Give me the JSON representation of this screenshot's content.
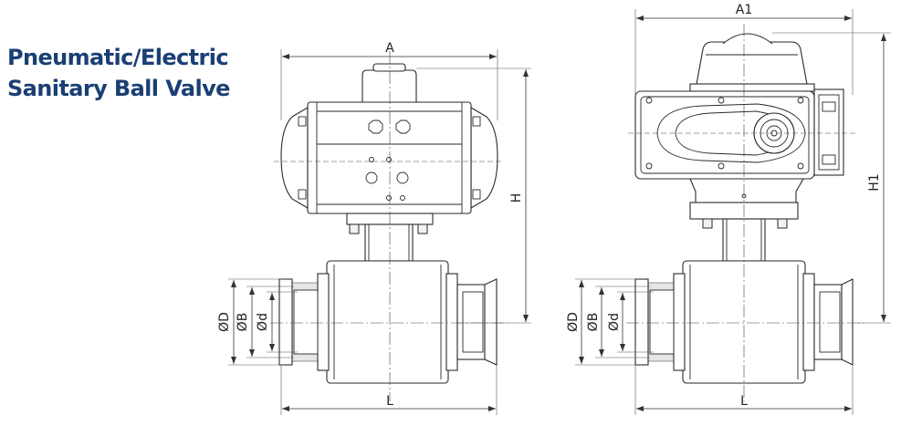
{
  "title": {
    "line1": "Pneumatic/Electric",
    "line2": "Sanitary Ball Valve"
  },
  "pneumatic_view": {
    "width_label": "A",
    "height_label": "H",
    "length_label": "L",
    "diameter_labels": [
      "ØD",
      "ØB",
      "Ød"
    ]
  },
  "electric_view": {
    "width_label": "A1",
    "height_label": "H1",
    "length_label": "L",
    "diameter_labels": [
      "ØD",
      "ØB",
      "Ød"
    ]
  },
  "colors": {
    "title": "#1a3f73",
    "lines": "#2a2a2a"
  }
}
